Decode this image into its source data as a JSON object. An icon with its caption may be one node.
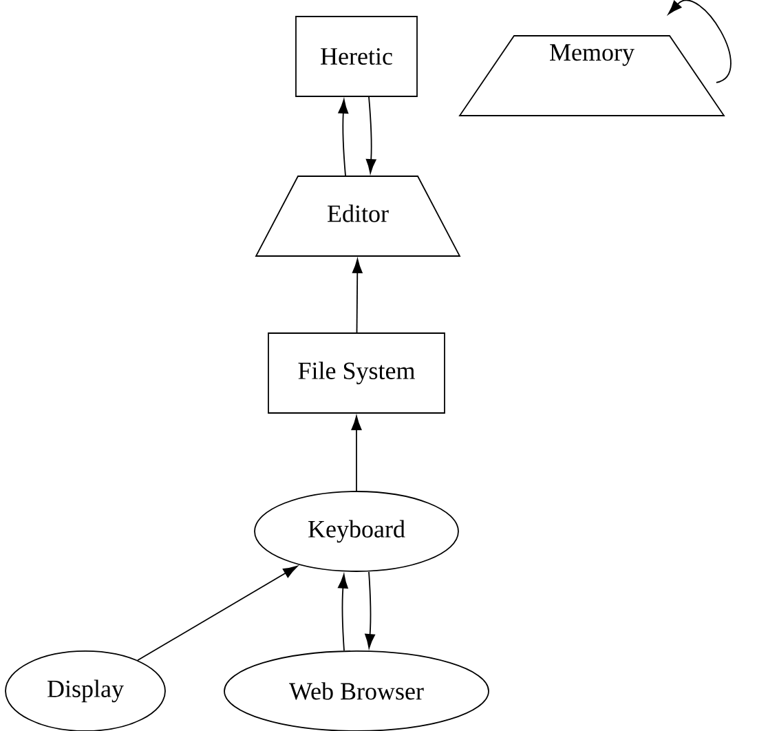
{
  "diagram": {
    "nodes": [
      {
        "text": [
          "Heretic"
        ]
      },
      {
        "text": [
          "Memory"
        ]
      },
      {
        "text": [
          "Editor"
        ]
      },
      {
        "text": [
          "File System"
        ]
      },
      {
        "text": [
          "Keyboard"
        ]
      },
      {
        "text": [
          "Display"
        ]
      },
      {
        "text": [
          "Web Browser"
        ]
      }
    ],
    "edges": [
      {
        "from": 2,
        "to": 0,
        "arrow": "to"
      },
      {
        "from": 0,
        "to": 2,
        "arrow": "to"
      },
      {
        "from": 1,
        "to": 1,
        "arrow": "to"
      },
      {
        "from": 3,
        "to": 2,
        "arrow": "to"
      },
      {
        "from": 4,
        "to": 3,
        "arrow": "to"
      },
      {
        "from": 5,
        "to": 4,
        "arrow": "to"
      },
      {
        "from": 6,
        "to": 4,
        "arrow": "to"
      },
      {
        "from": 4,
        "to": 6,
        "arrow": "to"
      }
    ]
  }
}
